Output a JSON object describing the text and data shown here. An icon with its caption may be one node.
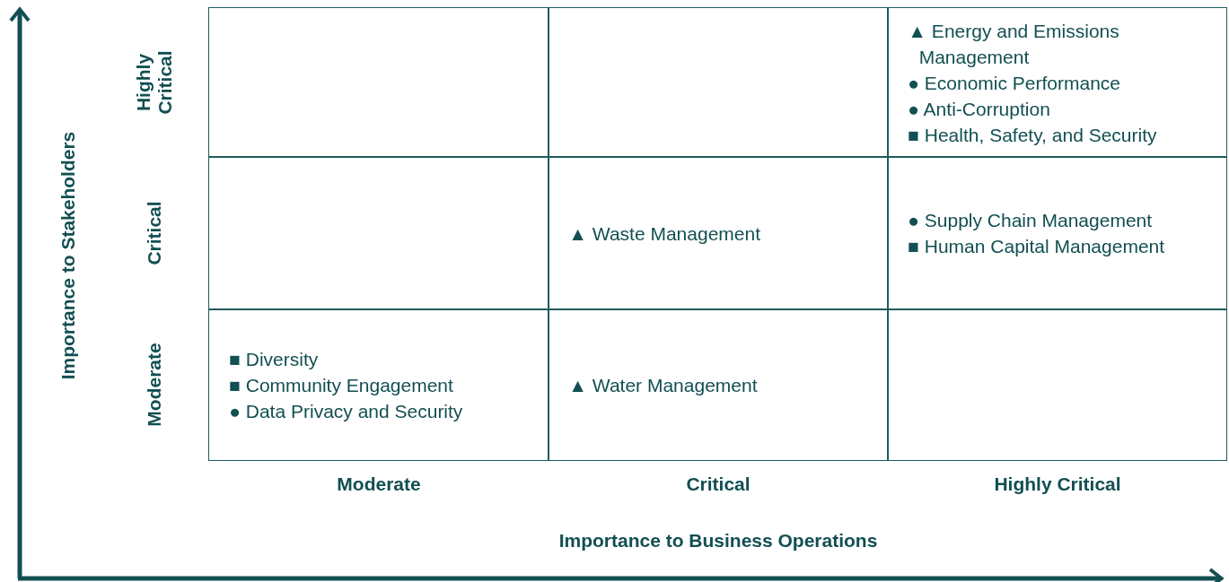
{
  "diagram": {
    "nodes": [
      {
        "text": [],
        "shape": "box"
      },
      {
        "text": [],
        "shape": "box"
      },
      {
        "text": [],
        "shape": "box"
      },
      {
        "text": [
          "▲ Energy and Emissions Management"
        ],
        "in": 2
      },
      {
        "text": [
          "● Economic Performance"
        ],
        "in": 2
      },
      {
        "text": [
          "● Anti-Corruption"
        ],
        "in": 2
      },
      {
        "text": [
          "■ Health, Safety, and Security"
        ],
        "in": 2
      },
      {
        "text": [],
        "shape": "box"
      },
      {
        "text": [],
        "shape": "box"
      },
      {
        "text": [
          "▲ Waste Management"
        ],
        "in": 8
      },
      {
        "text": [],
        "shape": "box"
      },
      {
        "text": [
          "● Supply Chain Management"
        ],
        "in": 10
      },
      {
        "text": [
          "■ Human Capital Management"
        ],
        "in": 10
      },
      {
        "text": [],
        "shape": "box"
      },
      {
        "text": [
          "■ Diversity"
        ],
        "in": 13
      },
      {
        "text": [
          "■ Community Engagement"
        ],
        "in": 13
      },
      {
        "text": [
          "● Data Privacy and Security"
        ],
        "in": 13
      },
      {
        "text": [],
        "shape": "box"
      },
      {
        "text": [
          "▲ Water Management"
        ],
        "in": 17
      },
      {
        "text": [],
        "shape": "box"
      }
    ],
    "edges": [],
    "labels": [
      "Importance to Stakeholders",
      "Highly Critical",
      "Critical",
      "Moderate",
      "Moderate",
      "Critical",
      "Highly Critical",
      "Importance to Business Operations"
    ]
  }
}
